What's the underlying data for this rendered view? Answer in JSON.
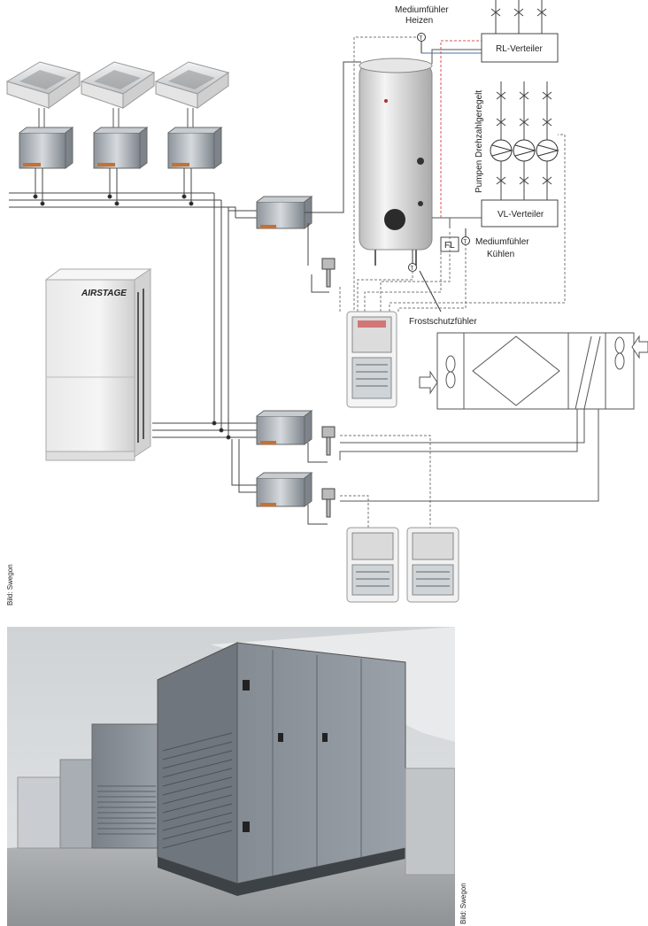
{
  "labels": {
    "sensor_heating_line1": "Mediumfühler",
    "sensor_heating_line2": "Heizen",
    "return_distributor": "RL-Verteiler",
    "pumps_speed_controlled": "Pumpen Drehzahlgeregelt",
    "flow_distributor": "VL-Verteiler",
    "flow_switch": "FL",
    "sensor_cooling_line1": "Mediumfühler",
    "sensor_cooling_line2": "Kühlen",
    "frost_sensor": "Frostschutzfühler",
    "outdoor_unit_brand": "AIRSTAGE"
  },
  "credits": {
    "diagram": "Bild: Swegon",
    "photo": "Bild: Swegon"
  },
  "colors": {
    "line": "#555555",
    "dashed_control": "#777777",
    "red_heating": "#d9534f",
    "blue_feed": "#4a6fa5",
    "tank": "#dcdcdc",
    "unit_casing": "#9aa1a8"
  }
}
